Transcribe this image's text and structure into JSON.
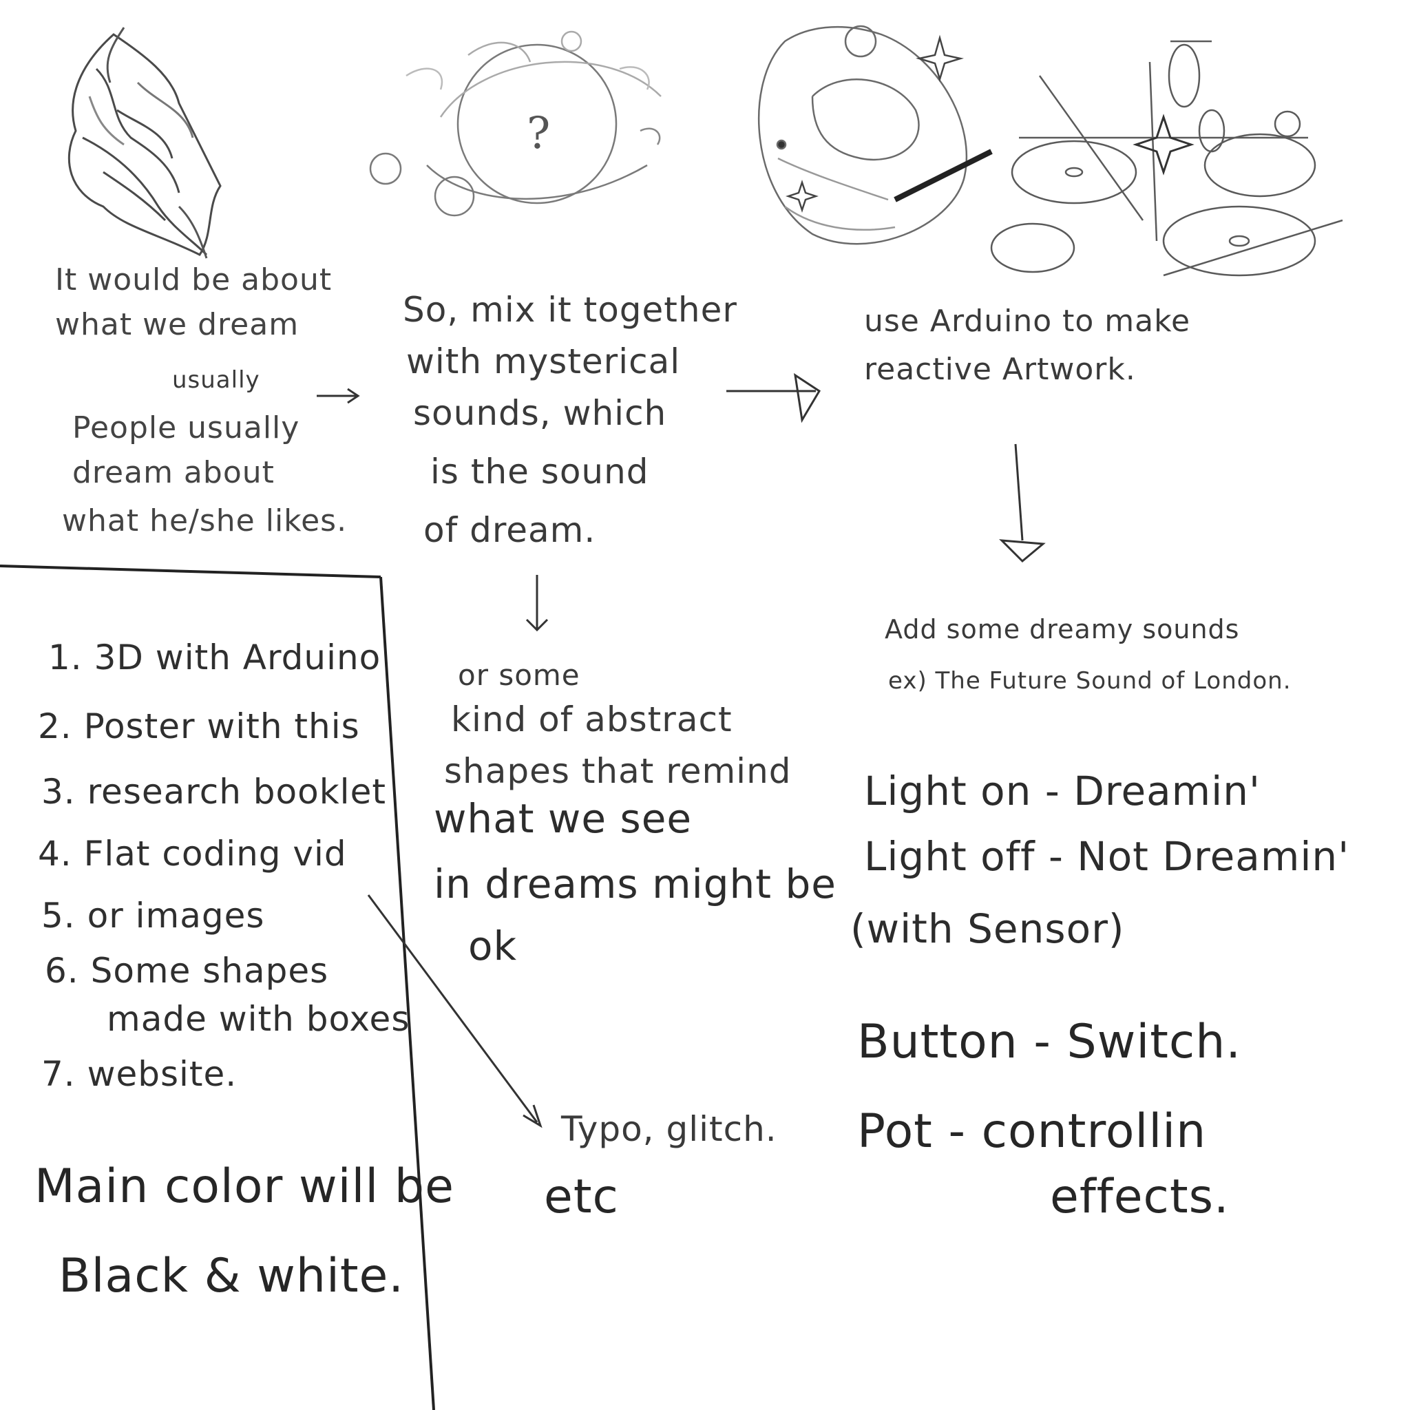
{
  "step1": {
    "line1": "It would be about",
    "line2": "what we dream",
    "insert": "usually",
    "line3": "People usually",
    "line4": "dream about",
    "line5": "what he/she likes."
  },
  "step2": {
    "line1": "So, mix it together",
    "line2": "with mysterical",
    "line3": "sounds, which",
    "line4": "is the sound",
    "line5": "of dream.",
    "question_mark": "?"
  },
  "step3": {
    "line1": "use Arduino to make",
    "line2": "reactive Artwork."
  },
  "step4": {
    "line1": "Add some dreamy sounds",
    "line2": "ex) The Future Sound of London."
  },
  "controls": {
    "light_on": "Light on - Dreamin'",
    "light_off": "Light off - Not Dreamin'",
    "sensor": "(with Sensor)",
    "button": "Button - Switch.",
    "pot_line1": "Pot - controllin",
    "pot_line2": "effects."
  },
  "shapes_note": {
    "line1": "or some",
    "line2": "kind of abstract",
    "line3": "shapes that remind",
    "line4": "what we see",
    "line5": "in dreams might be",
    "line6": "ok"
  },
  "typo_note": {
    "line1": "Typo, glitch.",
    "line2": "etc"
  },
  "list": {
    "items": [
      "1. 3D with Arduino",
      "2. Poster with this",
      "3. research booklet",
      "4. Flat coding vid",
      "5. or images",
      "6. Some shapes",
      "made with boxes",
      "7. website."
    ]
  },
  "color_note": {
    "line1": "Main color will be",
    "line2": "Black & white."
  },
  "colors": {
    "ink": "#2a2a2a",
    "pencil": "#9a9a9a",
    "paper": "#ffffff"
  }
}
